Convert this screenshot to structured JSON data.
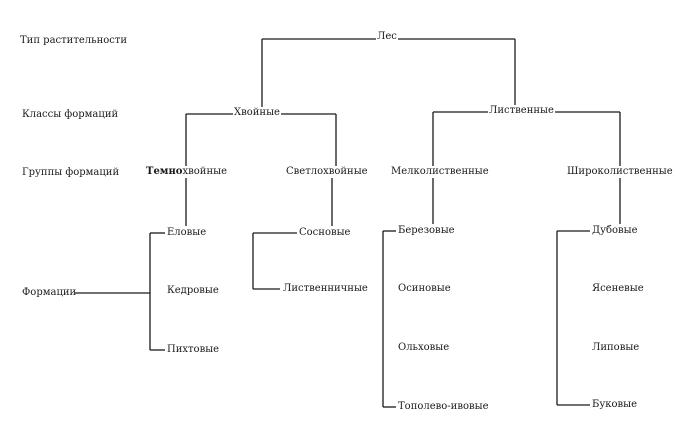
{
  "rows": {
    "type": "Тип растительности",
    "classes": "Классы формаций",
    "groups": "Группы формаций",
    "formations": "Формации"
  },
  "root": "Лес",
  "classes": {
    "conifer": "Хвойные",
    "broadleaf": "Лиственные"
  },
  "groups": {
    "dark": {
      "prefix": "Темно",
      "rest": "хвойные"
    },
    "light": "Светлохвойные",
    "small": "Мелколиственные",
    "wide": "Широколиственные"
  },
  "formations": {
    "dark": [
      "Еловые",
      "Кедровые",
      "Пихтовые"
    ],
    "light": [
      "Сосновые",
      "Лиственничные"
    ],
    "small": [
      "Березовые",
      "Осиновые",
      "Ольховые",
      "Тополево-ивовые"
    ],
    "wide": [
      "Дубовые",
      "Ясеневые",
      "Липовые",
      "Буковые"
    ]
  }
}
